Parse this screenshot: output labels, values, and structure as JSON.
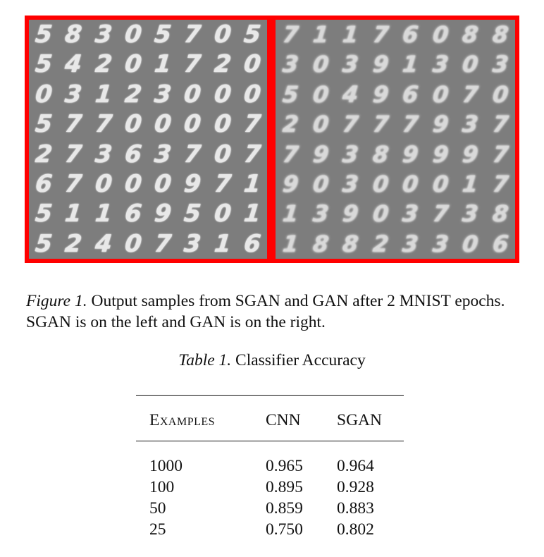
{
  "figure": {
    "caption_label": "Figure 1.",
    "caption_text": " Output samples from SGAN and GAN after 2 MNIST epochs. SGAN is on the left and GAN is on the right.",
    "frame_color": "#ff0000",
    "panel_color": "#7d7d7d",
    "left_panel_rows": [
      "58305705",
      "54201720",
      "03123000",
      "57700007",
      "27363707",
      "67000971",
      "51169501",
      "52407316"
    ],
    "right_panel_rows": [
      "71176088",
      "30391303",
      "50496070",
      "20777937",
      "79389997",
      "90300017",
      "13903738",
      "18823306"
    ]
  },
  "table": {
    "caption_label": "Table 1.",
    "caption_text": " Classifier Accuracy",
    "headers": [
      "Examples",
      "CNN",
      "SGAN"
    ],
    "rows": [
      [
        "1000",
        "0.965",
        "0.964"
      ],
      [
        "100",
        "0.895",
        "0.928"
      ],
      [
        "50",
        "0.859",
        "0.883"
      ],
      [
        "25",
        "0.750",
        "0.802"
      ]
    ]
  }
}
